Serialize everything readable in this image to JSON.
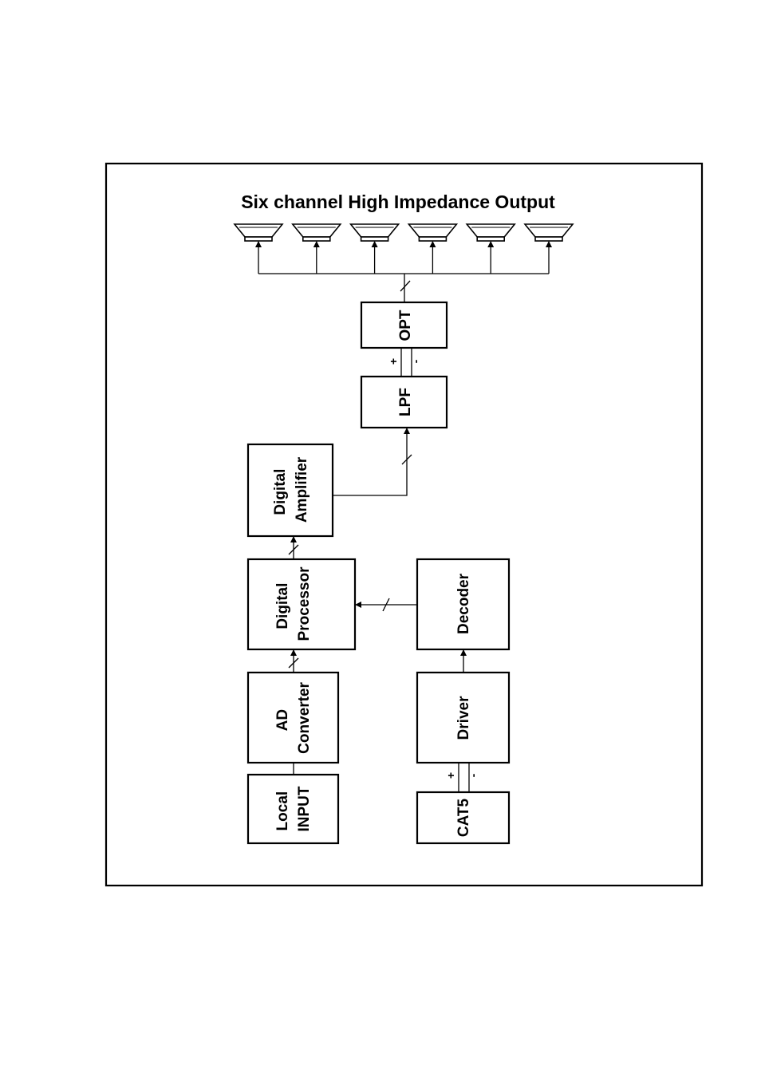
{
  "title": "Six channel High Impedance Output",
  "blocks": {
    "opt": "OPT",
    "lpf": "LPF",
    "digital_amplifier": [
      "Digital",
      "Amplifier"
    ],
    "digital_processor": [
      "Digital",
      "Processor"
    ],
    "decoder": "Decoder",
    "ad_converter": [
      "AD",
      "Converter"
    ],
    "driver": "Driver",
    "local_input": [
      "Local",
      "INPUT"
    ],
    "cat5": "CAT5"
  },
  "polarity": {
    "plus": "+",
    "minus": "-"
  },
  "speakers": {
    "count": 6
  }
}
